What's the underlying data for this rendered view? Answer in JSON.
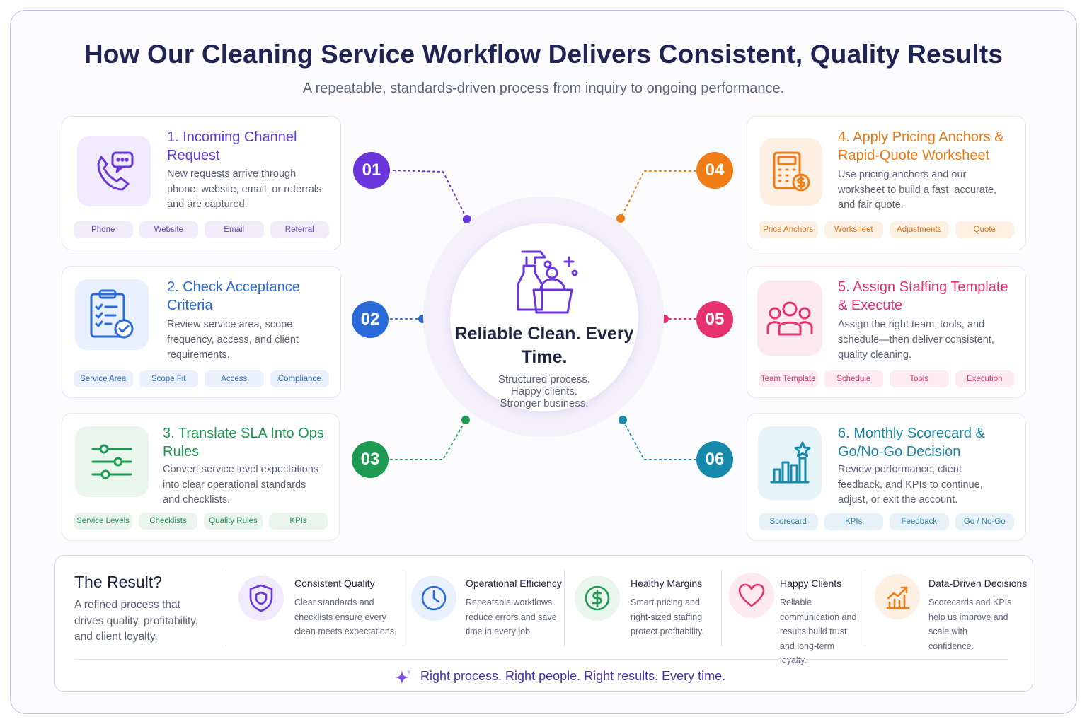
{
  "header": {
    "title": "How Our Cleaning Service Workflow Delivers Consistent, Quality Results",
    "subtitle": "A repeatable, standards-driven process from inquiry to ongoing performance."
  },
  "steps": [
    {
      "number": "01",
      "title": "1. Incoming Channel Request",
      "desc": "New requests arrive through phone, website, email, or referrals and are captured.",
      "icon": "phone-chat-icon",
      "color": "#6a35db",
      "tags": [
        "Phone",
        "Website",
        "Email",
        "Referral"
      ]
    },
    {
      "number": "02",
      "title": "2. Check Acceptance Criteria",
      "desc": "Review service area, scope, frequency, access, and client requirements.",
      "icon": "clipboard-check-icon",
      "color": "#2a6ad9",
      "tags": [
        "Service Area",
        "Scope Fit",
        "Access",
        "Compliance"
      ]
    },
    {
      "number": "03",
      "title": "3. Translate SLA Into Ops Rules",
      "desc": "Convert service level expectations into clear operational standards and checklists.",
      "icon": "sliders-icon",
      "color": "#1f9a52",
      "tags": [
        "Service Levels",
        "Checklists",
        "Quality Rules",
        "KPIs"
      ]
    },
    {
      "number": "04",
      "title": "4. Apply Pricing Anchors & Rapid-Quote Worksheet",
      "desc": "Use pricing anchors and our worksheet to build a fast, accurate, and fair quote.",
      "icon": "calculator-dollar-icon",
      "color": "#f07d15",
      "tags": [
        "Price Anchors",
        "Worksheet",
        "Adjustments",
        "Quote"
      ]
    },
    {
      "number": "05",
      "title": "5. Assign Staffing Template & Execute",
      "desc": "Assign the right team, tools, and schedule—then deliver consistent, quality cleaning.",
      "icon": "team-icon",
      "color": "#e6336f",
      "tags": [
        "Team Template",
        "Schedule",
        "Tools",
        "Execution"
      ]
    },
    {
      "number": "06",
      "title": "6. Monthly Scorecard & Go/No-Go Decision",
      "desc": "Review performance, client feedback, and KPIs to continue, adjust, or exit the account.",
      "icon": "bar-chart-star-icon",
      "color": "#1789ab",
      "tags": [
        "Scorecard",
        "KPIs",
        "Feedback",
        "Go / No-Go"
      ]
    }
  ],
  "center": {
    "icon": "cleaning-supplies-icon",
    "title": "Reliable Clean. Every Time.",
    "sub_lines": [
      "Structured process.",
      "Happy clients.",
      "Stronger business."
    ]
  },
  "result": {
    "heading": "The Result?",
    "desc": "A refined process that drives quality, profitability, and client loyalty.",
    "benefits": [
      {
        "title": "Consistent Quality",
        "desc": "Clear standards and checklists ensure every clean meets expectations.",
        "icon": "shield-icon",
        "color": "#6a35db"
      },
      {
        "title": "Operational Efficiency",
        "desc": "Repeatable workflows reduce errors and save time in every job.",
        "icon": "clock-icon",
        "color": "#2a6ad9"
      },
      {
        "title": "Healthy Margins",
        "desc": "Smart pricing and right-sized staffing protect profitability.",
        "icon": "dollar-icon",
        "color": "#1f9a52"
      },
      {
        "title": "Happy Clients",
        "desc": "Reliable communication and results build trust and long-term loyalty.",
        "icon": "heart-icon",
        "color": "#e6336f"
      },
      {
        "title": "Data-Driven Decisions",
        "desc": "Scorecards and KPIs help us improve and scale with confidence.",
        "icon": "trend-chart-icon",
        "color": "#f07d15"
      }
    ],
    "tagline": "Right process. Right people. Right results. Every time.",
    "tagline_icon": "sparkle-icon"
  }
}
